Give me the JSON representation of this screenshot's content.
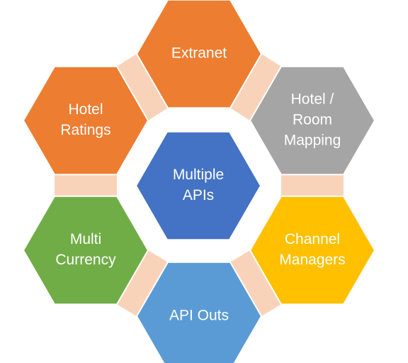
{
  "center": {
    "lines": [
      "Multiple",
      "APIs"
    ],
    "color": "#4472C4"
  },
  "nodes": [
    {
      "id": "extranet",
      "lines": [
        "Extranet"
      ],
      "color": "#ED7D31"
    },
    {
      "id": "hotel-room-mapping",
      "lines": [
        "Hotel /",
        "Room",
        "Mapping"
      ],
      "color": "#A5A5A5"
    },
    {
      "id": "channel-managers",
      "lines": [
        "Channel",
        "Managers"
      ],
      "color": "#FFC000"
    },
    {
      "id": "api-outs",
      "lines": [
        "API Outs"
      ],
      "color": "#5B9BD5"
    },
    {
      "id": "multi-currency",
      "lines": [
        "Multi",
        "Currency"
      ],
      "color": "#70AD47"
    },
    {
      "id": "hotel-ratings",
      "lines": [
        "Hotel",
        "Ratings"
      ],
      "color": "#ED7D31"
    }
  ],
  "connector_color": "#F8CBAD"
}
